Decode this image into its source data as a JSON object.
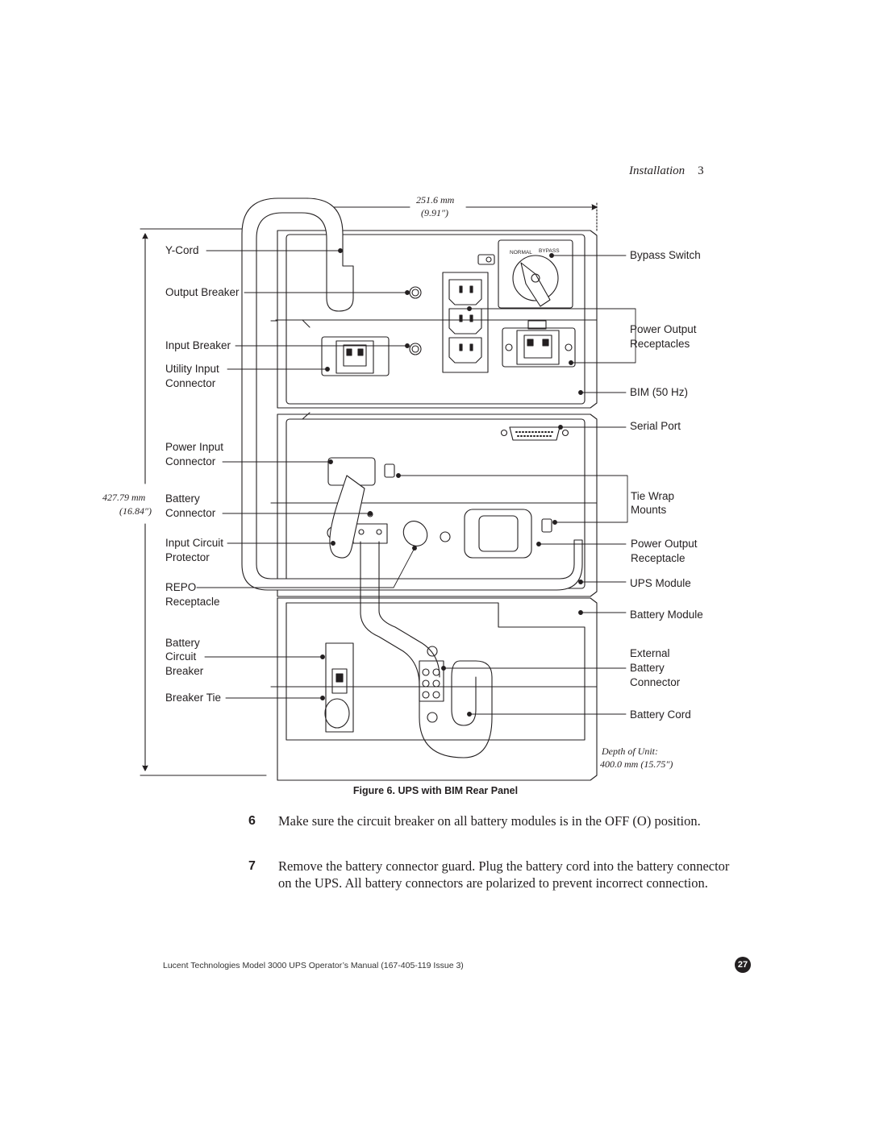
{
  "header": {
    "section": "Installation",
    "page_section_number": "3"
  },
  "figure": {
    "dimensions": {
      "width_mm": "251.6 mm",
      "width_in": "(9.91″)",
      "height_mm": "427.79 mm",
      "height_in": "(16.84″)",
      "depth_title": "Depth of Unit:",
      "depth_value": "400.0 mm (15.75″)"
    },
    "switch_labels": {
      "normal": "NORMAL",
      "bypass": "BYPASS"
    },
    "left_labels": {
      "y_cord": "Y-Cord",
      "output_breaker": "Output Breaker",
      "input_breaker": "Input Breaker",
      "utility_input_1": "Utility Input",
      "utility_input_2": "Connector",
      "power_input_1": "Power Input",
      "power_input_2": "Connector",
      "battery_connector_1": "Battery",
      "battery_connector_2": "Connector",
      "input_circuit_1": "Input Circuit",
      "input_circuit_2": "Protector",
      "repo_1": "REPO",
      "repo_2": "Receptacle",
      "battery_breaker_1": "Battery",
      "battery_breaker_2": "Circuit",
      "battery_breaker_3": "Breaker",
      "breaker_tie": "Breaker Tie"
    },
    "right_labels": {
      "bypass_switch": "Bypass Switch",
      "power_output_1": "Power Output",
      "power_output_2": "Receptacles",
      "bim": "BIM (50 Hz)",
      "serial_port": "Serial Port",
      "tie_wrap_1": "Tie Wrap",
      "tie_wrap_2": "Mounts",
      "power_output_rec_1": "Power Output",
      "power_output_rec_2": "Receptacle",
      "ups_module": "UPS Module",
      "battery_module": "Battery Module",
      "ext_battery_1": "External",
      "ext_battery_2": "Battery",
      "ext_battery_3": "Connector",
      "battery_cord": "Battery Cord"
    },
    "caption": "Figure 6. UPS with BIM Rear Panel"
  },
  "steps": [
    {
      "number": "6",
      "text": "Make sure the circuit breaker on all battery modules is in the OFF (O) position."
    },
    {
      "number": "7",
      "text": "Remove the battery connector guard. Plug the battery cord into the battery connector on the UPS. All battery connectors are polarized to prevent incorrect connection."
    }
  ],
  "footer": {
    "text": "Lucent Technologies Model 3000 UPS Operator’s Manual (167-405-119 Issue 3)",
    "page_number": "27"
  }
}
